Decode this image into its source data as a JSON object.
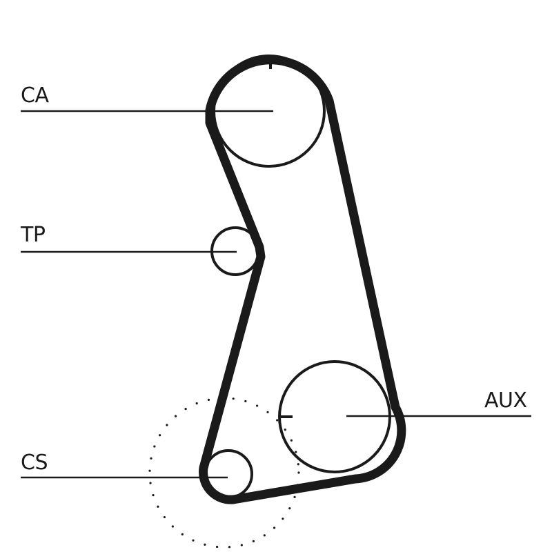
{
  "labels": {
    "ca": "CA",
    "tp": "TP",
    "aux": "AUX",
    "cs": "CS"
  },
  "colors": {
    "stroke": "#1a1a1a",
    "background": "#ffffff"
  }
}
